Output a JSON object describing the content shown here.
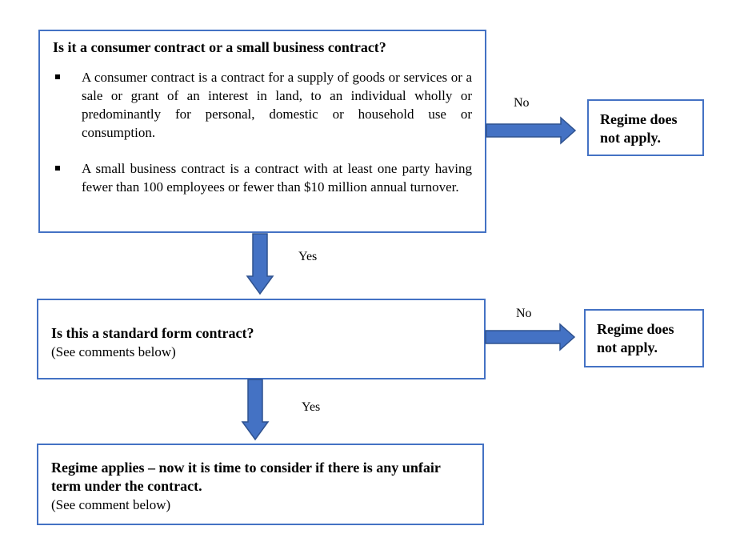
{
  "question1": {
    "title": "Is it a consumer contract or a small business contract?",
    "bullets": [
      "A consumer contract is a contract for a supply of goods or services or a sale or grant of an interest in land, to an individual wholly or predominantly for personal, domestic or household use or consumption.",
      "A small business contract is a contract with at least one party having fewer than 100 employees or fewer than $10 million annual turnover."
    ]
  },
  "question2": {
    "title": "Is this a standard form contract?",
    "note": "(See comments below)"
  },
  "outcome": {
    "title": "Regime applies – now it is time to consider if there is any unfair term under the contract.",
    "note": "(See comment below)"
  },
  "result1": {
    "text": "Regime does not apply."
  },
  "result2": {
    "text": "Regime does not apply."
  },
  "labels": {
    "no1": "No",
    "yes1": "Yes",
    "no2": "No",
    "yes2": "Yes"
  },
  "colors": {
    "box_border": "#4472c4",
    "arrow_fill": "#4472c4",
    "arrow_stroke": "#2f528f"
  }
}
